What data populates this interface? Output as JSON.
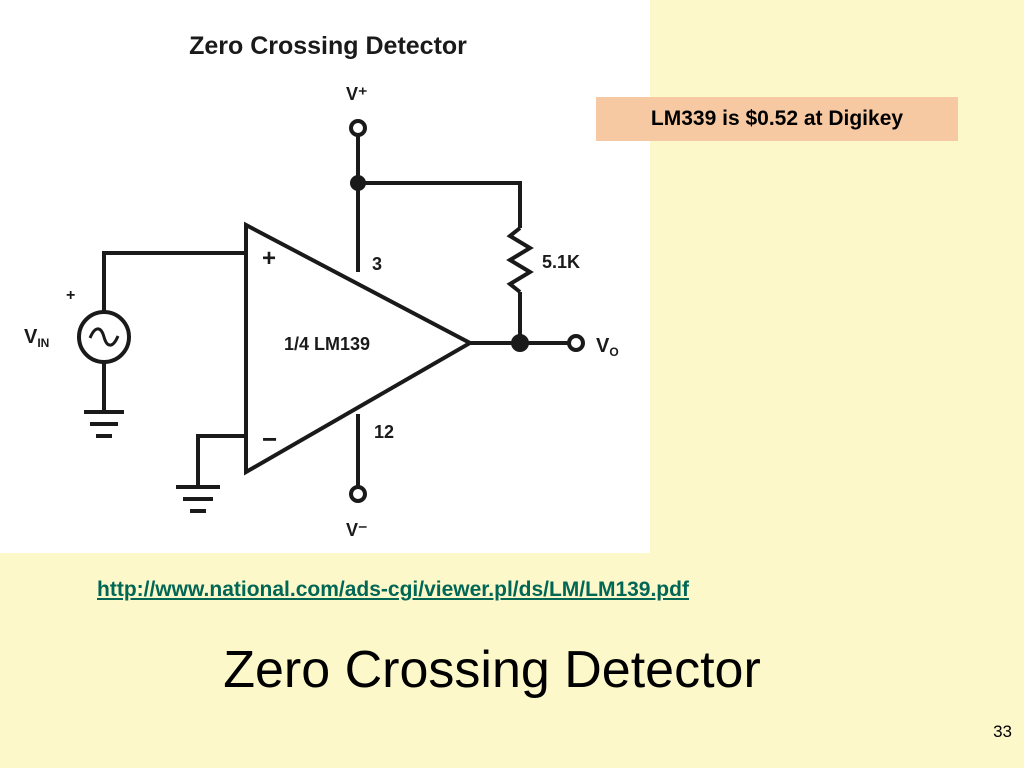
{
  "figure": {
    "title": "Zero Crossing Detector",
    "v_plus": "V⁺",
    "v_minus": "V⁻",
    "pin_top": "3",
    "pin_bottom": "12",
    "resistor_label": "5.1K",
    "chip_label": "1/4 LM139",
    "plus_sign": "+",
    "minus_sign": "−",
    "source_plus": "+",
    "vin_label_main": "V",
    "vin_label_sub": "IN",
    "vout_label_main": "V",
    "vout_label_sub": "O"
  },
  "note": {
    "text": "LM339 is $0.52 at Digikey",
    "background": "#f7c9a2"
  },
  "link": {
    "text": "http://www.national.com/ads-cgi/viewer.pl/ds/LM/LM139.pdf",
    "color": "#006655"
  },
  "slide": {
    "title": "Zero Crossing Detector",
    "page_number": "33",
    "background": "#fdf8c9"
  }
}
